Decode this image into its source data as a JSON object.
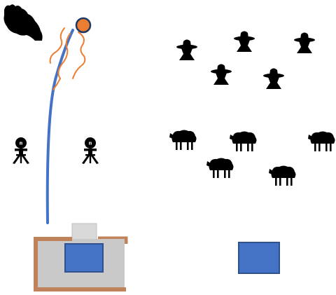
{
  "scene": {
    "launcher_label": "",
    "left_robot_tag": "m",
    "right_robot_tag": "m",
    "counts": {
      "robots": 2,
      "hats": 5,
      "sheep": 5,
      "blue_boxes": 2
    }
  },
  "colors": {
    "trajectory": "#4472C4",
    "ball": "#ED7D31",
    "ball_outline": "#1F3864",
    "flame": "#ED7D31",
    "frame": "#C0825A",
    "platform": "#C9C9C9",
    "platform_top": "#D9D9D9",
    "box": "#4472C4",
    "box_border": "#2F528F",
    "silhouette": "#000000",
    "background": "#FFFFFF"
  },
  "icons": {
    "creature": "crouching-creature-silhouette",
    "robots": "tripod-robot-silhouette",
    "hats": "sombrero-figure-silhouette",
    "sheep": "sheep-silhouette"
  }
}
